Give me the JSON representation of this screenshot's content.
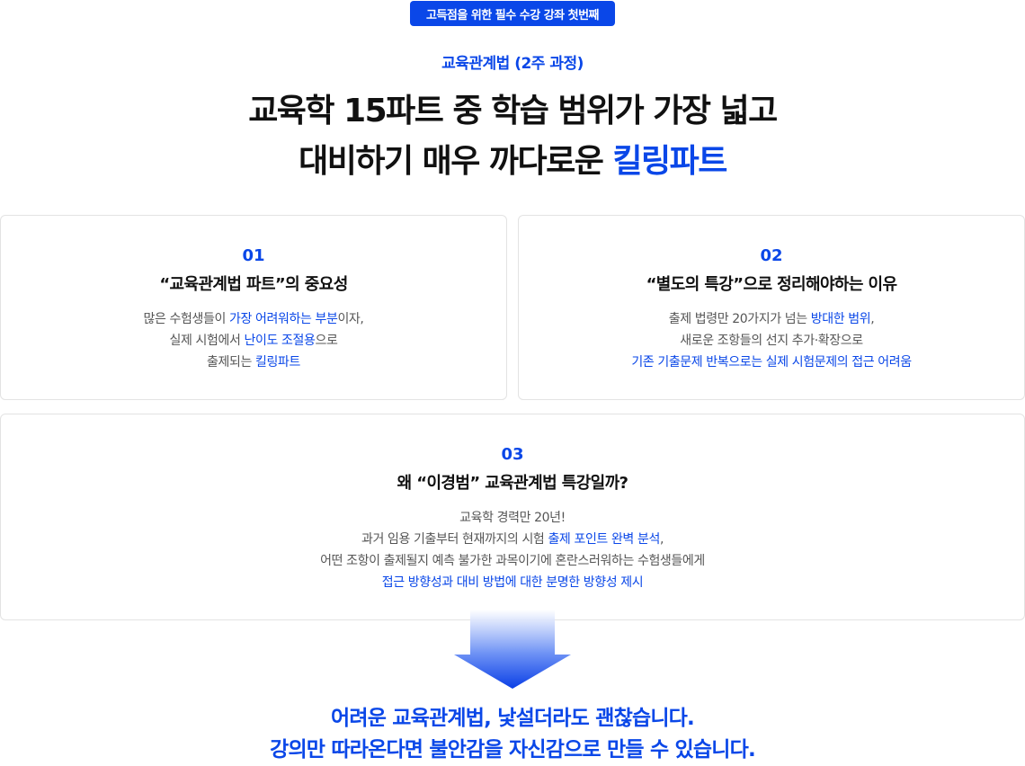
{
  "badge": "고득점을 위한 필수 수강 강좌 첫번째",
  "subtitle": "교육관계법 (2주 과정)",
  "headline": {
    "line1": "교육학 15파트 중 학습 범위가 가장 넓고",
    "line2_plain": "대비하기 매우 까다로운 ",
    "line2_highlight": "킬링파트"
  },
  "cards": [
    {
      "number": "01",
      "title": "“교육관계법 파트”의 중요성",
      "lines": [
        [
          {
            "t": "많은 수험생들이 "
          },
          {
            "t": "가장 어려워하는 부분",
            "hl": true
          },
          {
            "t": "이자,"
          }
        ],
        [
          {
            "t": "실제 시험에서 "
          },
          {
            "t": "난이도 조절용",
            "hl": true
          },
          {
            "t": "으로"
          }
        ],
        [
          {
            "t": "출제되는 "
          },
          {
            "t": "킬링파트",
            "hl": true
          }
        ]
      ]
    },
    {
      "number": "02",
      "title": "“별도의 특강”으로 정리해야하는 이유",
      "lines": [
        [
          {
            "t": "출제 법령만 20가지가 넘는 "
          },
          {
            "t": "방대한 범위",
            "hl": true
          },
          {
            "t": ","
          }
        ],
        [
          {
            "t": "새로운 조항들의 선지 추가·확장으로"
          }
        ],
        [
          {
            "t": "기존 기출문제 반복으로는 실제 시험문제의 접근 어려움",
            "hl": true
          }
        ]
      ]
    },
    {
      "number": "03",
      "title": "왜 “이경범” 교육관계법 특강일까?",
      "lines": [
        [
          {
            "t": "교육학 경력만 20년!"
          }
        ],
        [
          {
            "t": "과거 임용 기출부터 현재까지의 시험 "
          },
          {
            "t": "출제 포인트 완벽 분석",
            "hl": true
          },
          {
            "t": ","
          }
        ],
        [
          {
            "t": "어떤 조항이 출제될지 예측 불가한 과목이기에 혼란스러워하는 수험생들에게"
          }
        ],
        [
          {
            "t": "접근 방향성과 대비 방법에 대한 분명한 방향성 제시",
            "hl": true
          }
        ]
      ]
    }
  ],
  "arrow_icon": "down-arrow-gradient-icon",
  "closing": {
    "line1": "어려운 교육관계법, 낯설더라도 괜찮습니다.",
    "line2": "강의만 따라온다면 불안감을 자신감으로 만들 수 있습니다."
  },
  "colors": {
    "accent": "#0a47e8",
    "body_text": "#555555",
    "title_text": "#111111",
    "card_border": "#e3e3e3"
  }
}
